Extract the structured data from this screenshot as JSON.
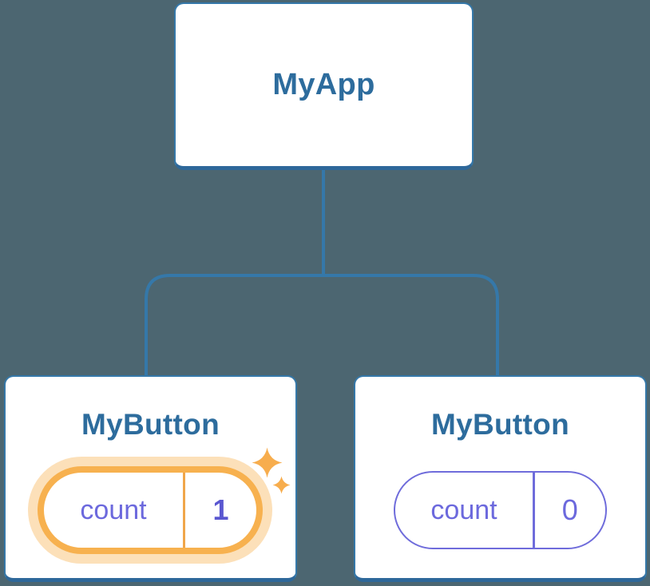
{
  "diagram": {
    "root": {
      "label": "MyApp"
    },
    "children": [
      {
        "label": "MyButton",
        "state": {
          "key": "count",
          "value": "1"
        },
        "highlighted": true
      },
      {
        "label": "MyButton",
        "state": {
          "key": "count",
          "value": "0"
        },
        "highlighted": false
      }
    ],
    "icons": {
      "sparkle": "sparkle-icon (four-point star burst, one large + one small)"
    },
    "colors": {
      "background": "#4c6671",
      "node_fill": "#ffffff",
      "node_border": "#3578a9",
      "node_border_bottom": "#2e689a",
      "node_title_text": "#2d6c9d",
      "connector_line": "#3578a9",
      "state_text_purple": "#6c69dd",
      "state_pill_border_purple": "#6f6cdb",
      "highlight_ring_orange": "#f7b14f",
      "highlight_halo_orange": "rgba(248,186,100,0.45)",
      "sparkle_orange": "#f7ad4d"
    }
  }
}
